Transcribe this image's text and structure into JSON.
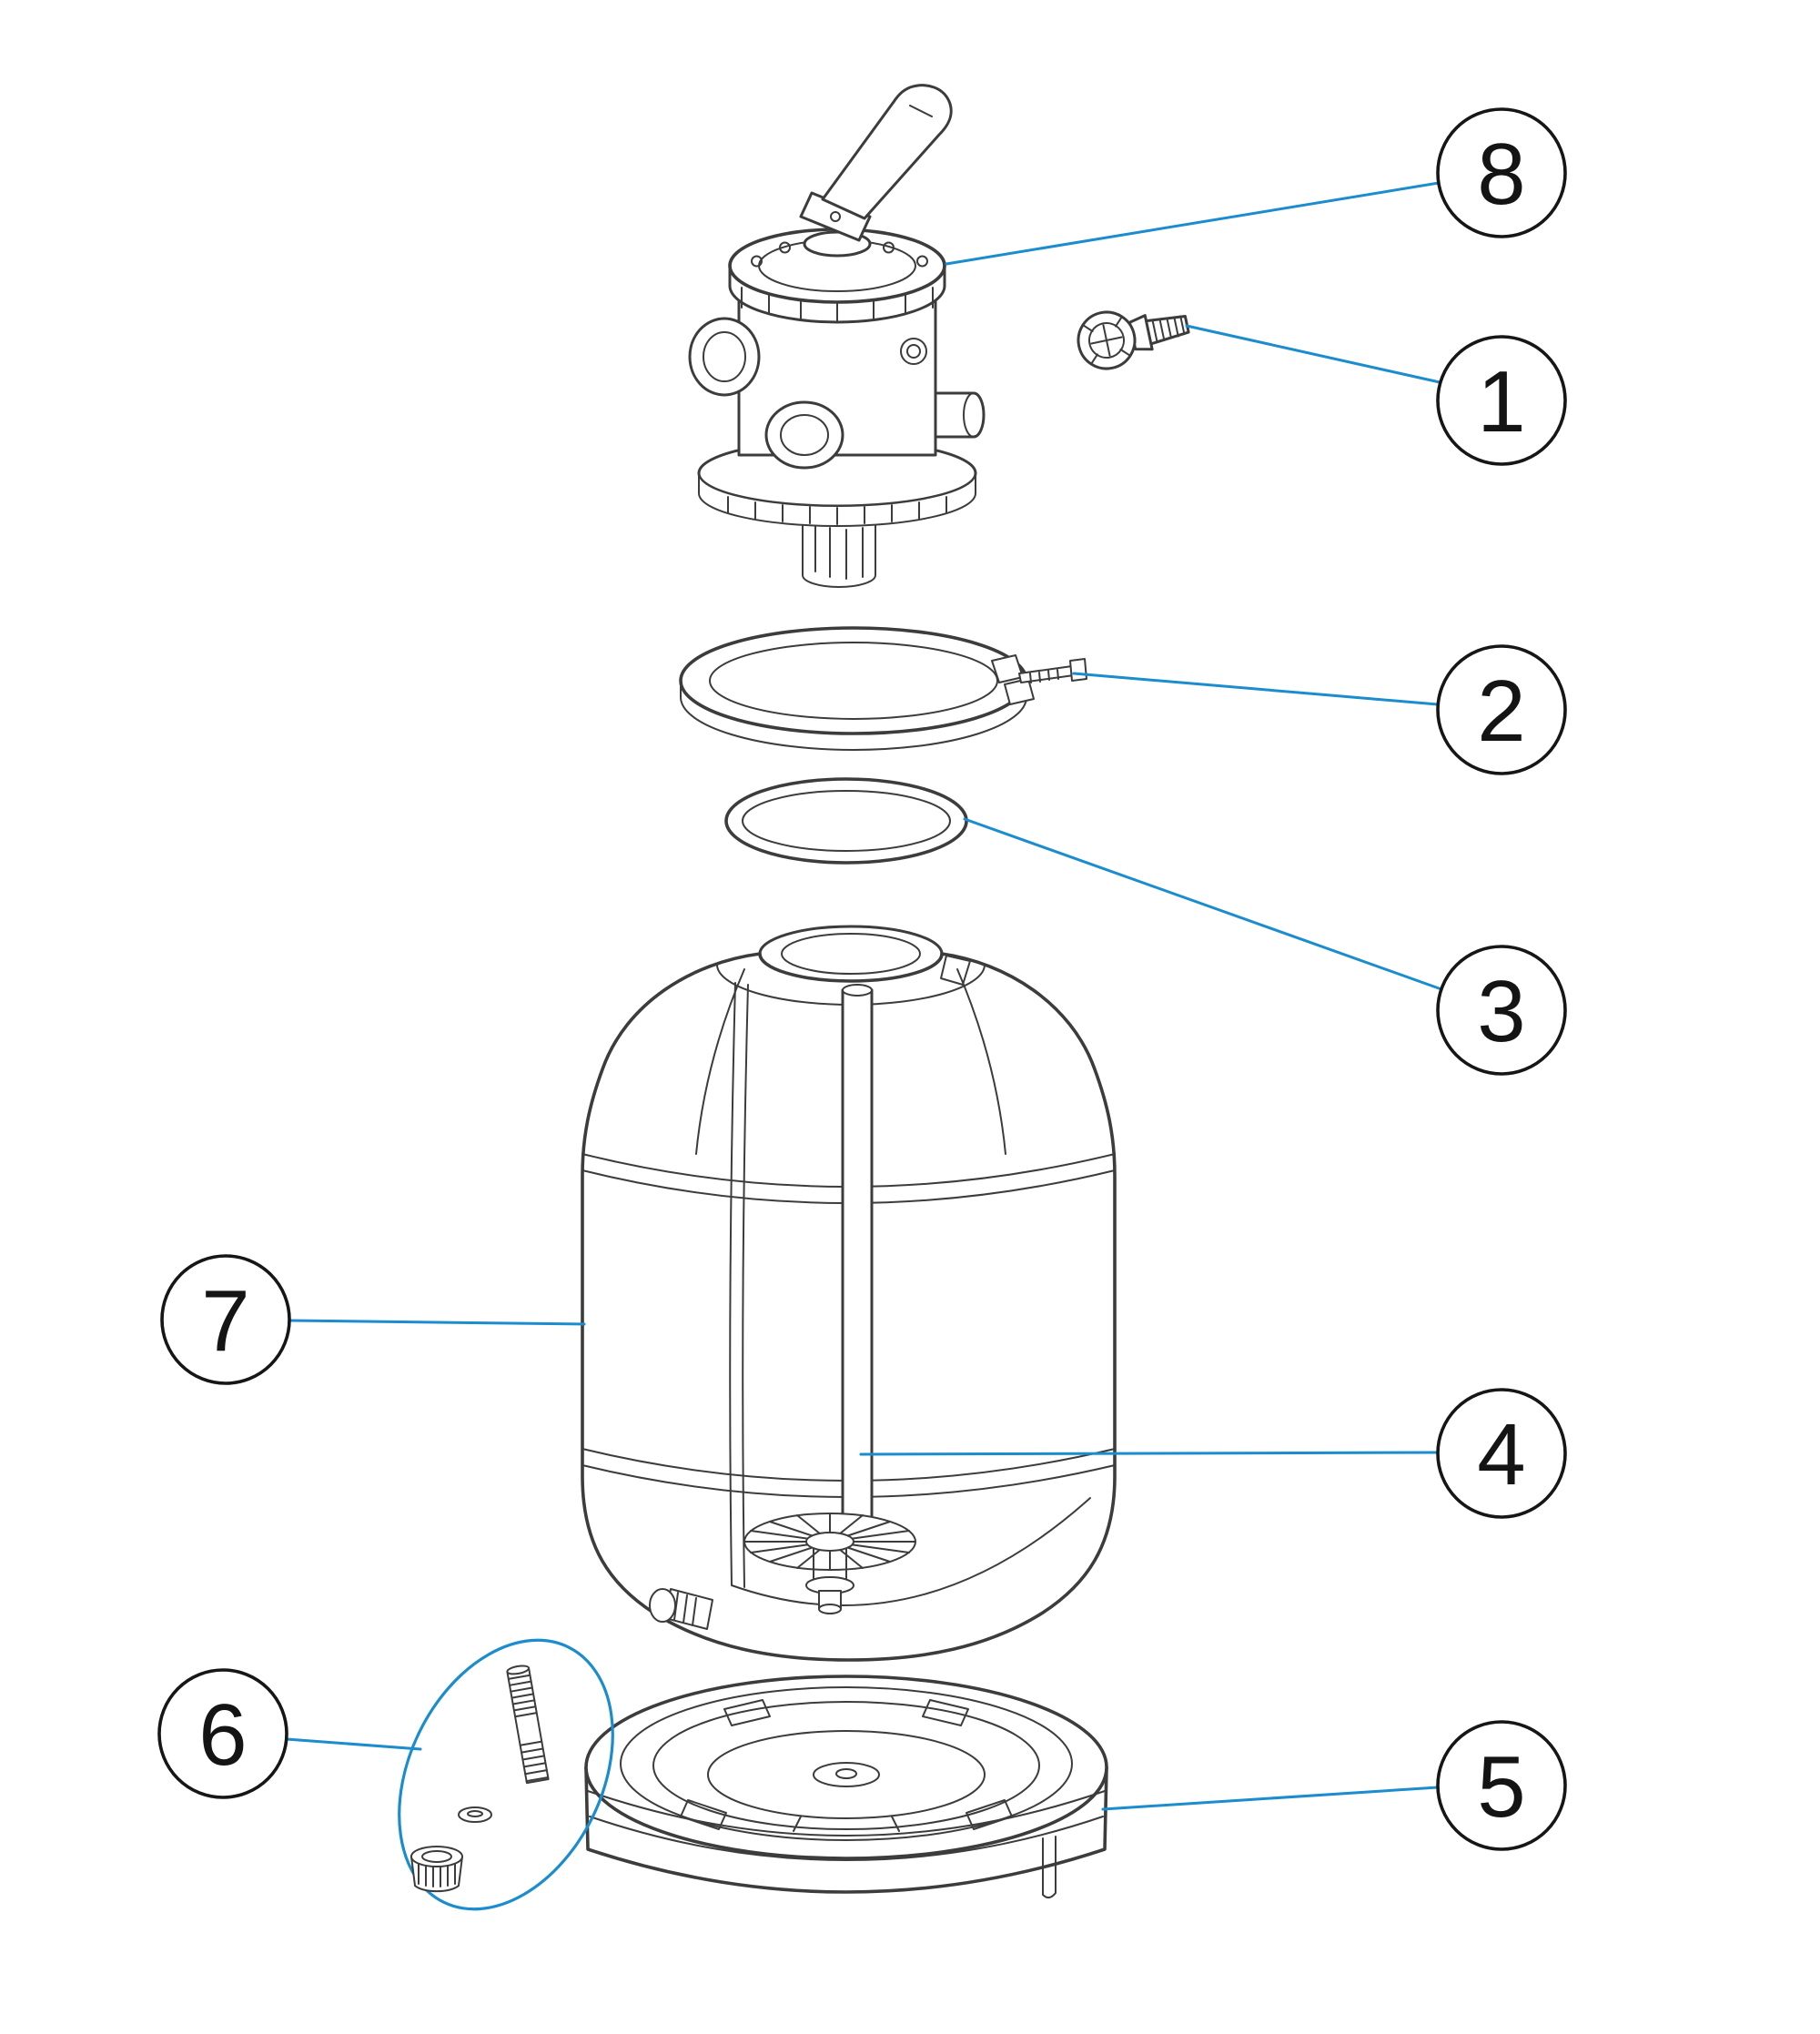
{
  "diagram": {
    "type": "exploded-parts-diagram",
    "subject": "Sand filter assembly",
    "colors": {
      "accent": "#1b8ccd",
      "line": "#3c3c3c",
      "callout_stroke": "#161616"
    },
    "callouts": [
      {
        "label": "8"
      },
      {
        "label": "1"
      },
      {
        "label": "2"
      },
      {
        "label": "3"
      },
      {
        "label": "7"
      },
      {
        "label": "4"
      },
      {
        "label": "6"
      },
      {
        "label": "5"
      }
    ]
  }
}
